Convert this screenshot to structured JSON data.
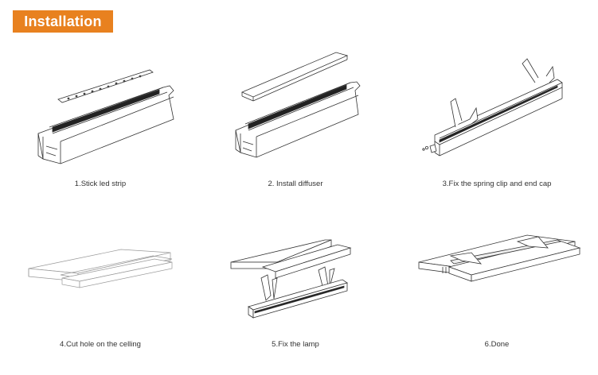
{
  "header": {
    "title": "Installation"
  },
  "steps": [
    {
      "caption": "1.Stick led strip"
    },
    {
      "caption": "2. Install diffuser"
    },
    {
      "caption": "3.Fix the spring clip and end cap"
    },
    {
      "caption": "4.Cut hole on the celling"
    },
    {
      "caption": "5.Fix the lamp"
    },
    {
      "caption": "6.Done"
    }
  ]
}
